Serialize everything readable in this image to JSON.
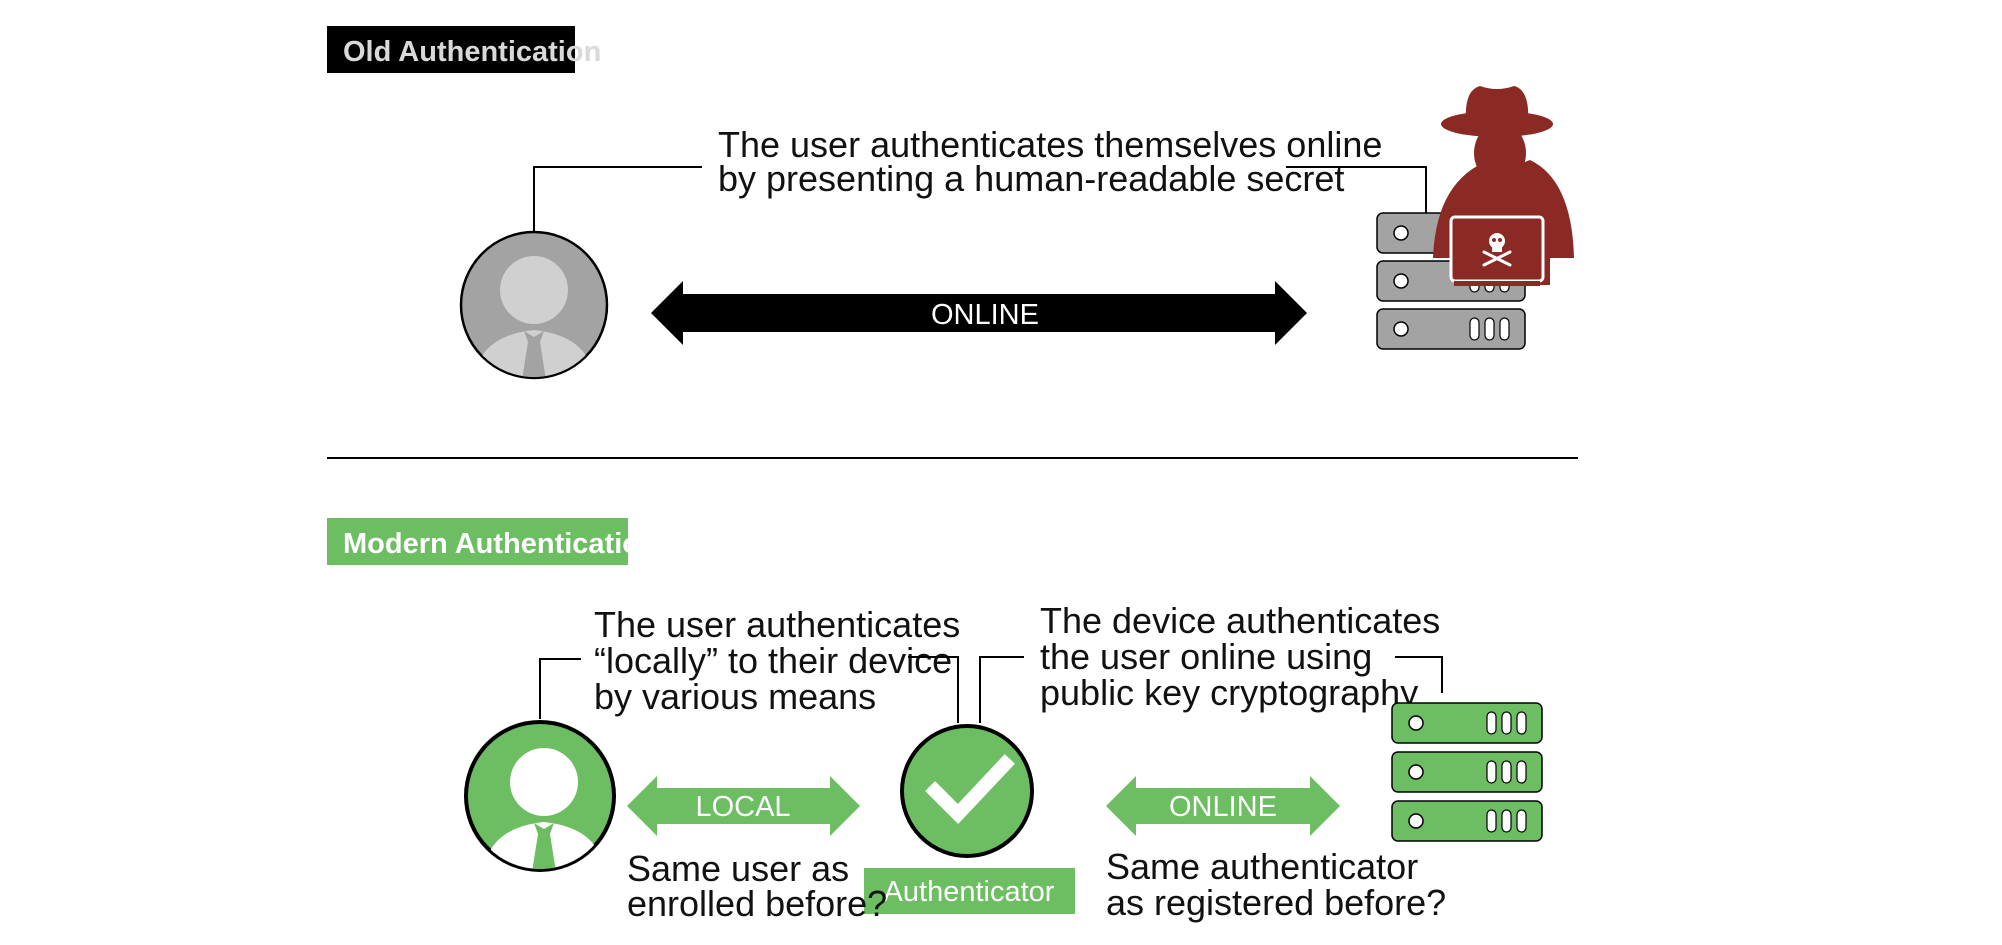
{
  "old_section": {
    "tag_label": "Old Authentication",
    "caption_lines": [
      "The user authenticates themselves online",
      "by presenting a human-readable secret"
    ],
    "channel_label": "ONLINE"
  },
  "modern_section": {
    "tag_label": "Modern Authentication",
    "user_caption_lines": [
      "The user authenticates",
      "“locally” to their device",
      "by various means"
    ],
    "device_caption_lines": [
      "The device authenticates",
      "the user online using",
      "public key cryptography"
    ],
    "local_label": "LOCAL",
    "online_label": "ONLINE",
    "local_question_lines": [
      "Same user as",
      "enrolled before?"
    ],
    "online_question_lines": [
      "Same authenticator",
      "as registered before?"
    ],
    "authenticator_label": "Authenticator"
  },
  "colors": {
    "old_tag_bg": "#000000",
    "old_tag_text": "#d9d9d9",
    "modern_green": "#6dbd63",
    "attacker_red": "#8b2a24",
    "gray_fill": "#a3a3a3",
    "gray_light": "#d0d0d0"
  },
  "icons": [
    "user-icon",
    "server-icon",
    "hacker-icon",
    "skull-icon",
    "checkmark-icon"
  ]
}
